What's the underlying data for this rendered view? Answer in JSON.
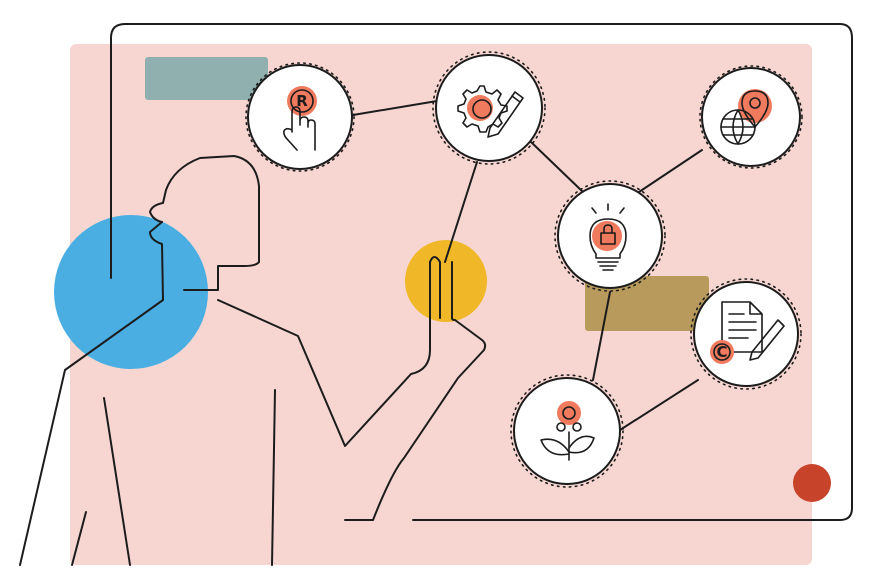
{
  "colors": {
    "background": "#ffffff",
    "panel": "#f7d6d1",
    "teal_card": "#8fb0ae",
    "olive_card": "#b89a5c",
    "blue_disc": "#4aaee3",
    "yellow_disc": "#f0b829",
    "accent_dot": "#c7432a",
    "icon_spot": "#ef7a5e",
    "line": "#1c1c1c"
  },
  "nodes": [
    {
      "id": "trademark",
      "icon": "trademark-touch-icon",
      "glyph": "R"
    },
    {
      "id": "settings",
      "icon": "gear-pencil-icon"
    },
    {
      "id": "location",
      "icon": "globe-pin-icon"
    },
    {
      "id": "idea",
      "icon": "lightbulb-lock-icon"
    },
    {
      "id": "document",
      "icon": "document-copyright-icon",
      "glyph": "C"
    },
    {
      "id": "plant",
      "icon": "plant-icon"
    }
  ],
  "connections": [
    [
      "trademark",
      "settings"
    ],
    [
      "settings",
      "idea"
    ],
    [
      "idea",
      "location"
    ],
    [
      "idea",
      "plant"
    ],
    [
      "plant",
      "document"
    ]
  ]
}
